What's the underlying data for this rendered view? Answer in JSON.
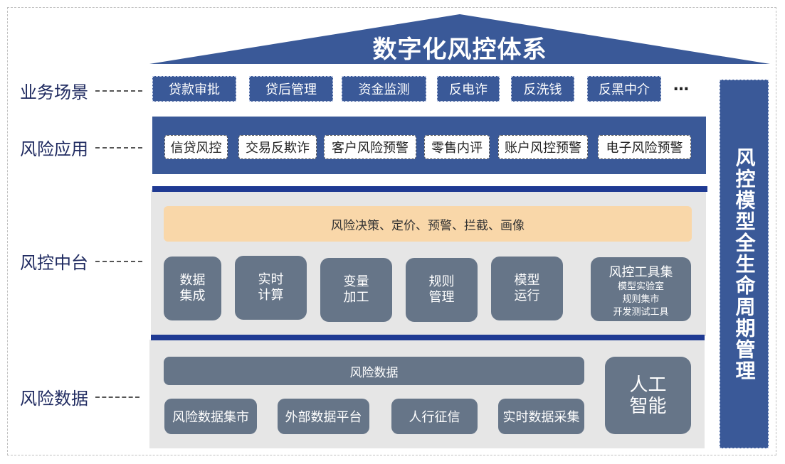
{
  "title": "数字化风控体系",
  "rows": {
    "business": "业务场景",
    "application": "风险应用",
    "middle": "风控中台",
    "data": "风险数据"
  },
  "business_items": [
    "贷款审批",
    "贷后管理",
    "资金监测",
    "反电诈",
    "反洗钱",
    "反黑中介"
  ],
  "ellipsis": "…",
  "application_items": [
    "信贷风控",
    "交易反欺诈",
    "客户风险预警",
    "零售内评",
    "账户风控预警",
    "电子风险预警"
  ],
  "middle_platform": {
    "strategy": "风险决策、定价、预警、拦截、画像",
    "modules": [
      "数据\n集成",
      "实时\n计算",
      "变量\n加工",
      "规则\n管理",
      "模型\n运行"
    ],
    "toolset": {
      "title": "风控工具集",
      "items": [
        "模型实验室",
        "规则集市",
        "开发测试工具"
      ]
    }
  },
  "risk_data": {
    "title": "风险数据",
    "items": [
      "风险数据集市",
      "外部数据平台",
      "人行征信",
      "实时数据采集"
    ],
    "ai": "人工\n智能"
  },
  "lifecycle": "风控模型全生命周期管理",
  "colors": {
    "primary": "#3a5998",
    "dark_bar": "#1f3a93",
    "module_gray": "#667588",
    "zone_gray": "#e6e6e6",
    "strategy_orange": "#f9d7a9",
    "label_text": "#1f2a60"
  }
}
